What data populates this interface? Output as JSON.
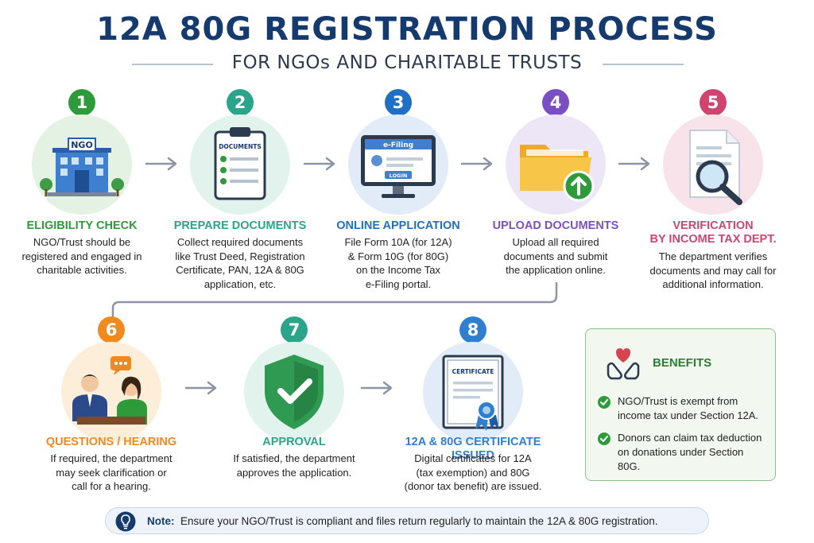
{
  "header": {
    "title": "12A 80G REGISTRATION PROCESS",
    "subtitle": "FOR NGOs AND CHARITABLE TRUSTS"
  },
  "colors": {
    "navy": "#153a6e",
    "step1": "#2e9b3a",
    "step2": "#2aa58c",
    "step3": "#1f6fc4",
    "step4": "#7b4fc4",
    "step5": "#d04470",
    "step6": "#f08a1e",
    "step7": "#2aa58c",
    "step8": "#2f7fd0"
  },
  "steps": [
    {
      "number": "1",
      "title": "ELIGIBILITY CHECK",
      "title2": "",
      "desc": [
        "NGO/Trust should be",
        "registered and engaged in",
        "charitable activities."
      ],
      "icon": "ngo-building-icon",
      "icon_text": "NGO"
    },
    {
      "number": "2",
      "title": "PREPARE DOCUMENTS",
      "title2": "",
      "desc": [
        "Collect required documents",
        "like Trust Deed, Registration",
        "Certificate, PAN, 12A & 80G",
        "application, etc."
      ],
      "icon": "documents-clipboard-icon",
      "icon_text": "DOCUMENTS"
    },
    {
      "number": "3",
      "title": "ONLINE APPLICATION",
      "title2": "",
      "desc": [
        "File Form 10A (for 12A)",
        "& Form 10G (for 80G)",
        "on the Income Tax",
        "e-Filing portal."
      ],
      "icon": "efiling-monitor-icon",
      "icon_text": "e-Filing",
      "icon_button": "LOGIN"
    },
    {
      "number": "4",
      "title": "UPLOAD DOCUMENTS",
      "title2": "",
      "desc": [
        "Upload all required",
        "documents and submit",
        "the application online."
      ],
      "icon": "folder-upload-icon"
    },
    {
      "number": "5",
      "title": "VERIFICATION",
      "title2": "BY INCOME TAX DEPT.",
      "desc": [
        "The department verifies",
        "documents and may call for",
        "additional information."
      ],
      "icon": "magnifier-document-icon"
    },
    {
      "number": "6",
      "title": "QUESTIONS / HEARING",
      "title2": "",
      "desc": [
        "If required, the department",
        "may seek clarification or",
        "call for a hearing."
      ],
      "icon": "hearing-meeting-icon"
    },
    {
      "number": "7",
      "title": "APPROVAL",
      "title2": "",
      "desc": [
        "If satisfied, the department",
        "approves the application."
      ],
      "icon": "shield-check-icon"
    },
    {
      "number": "8",
      "title": "12A & 80G CERTIFICATE ISSUED",
      "title2": "",
      "desc": [
        "Digital certificates for 12A",
        "(tax exemption) and 80G",
        "(donor tax benefit) are issued."
      ],
      "icon": "certificate-icon",
      "icon_text": "CERTIFICATE"
    }
  ],
  "benefits": {
    "title": "BENEFITS",
    "items": [
      [
        "NGO/Trust is exempt from",
        "income tax under Section 12A."
      ],
      [
        "Donors can claim tax deduction",
        "on donations under Section 80G."
      ]
    ]
  },
  "note": {
    "label": "Note:",
    "text": "Ensure your NGO/Trust is compliant and files return regularly to maintain the 12A & 80G registration."
  }
}
